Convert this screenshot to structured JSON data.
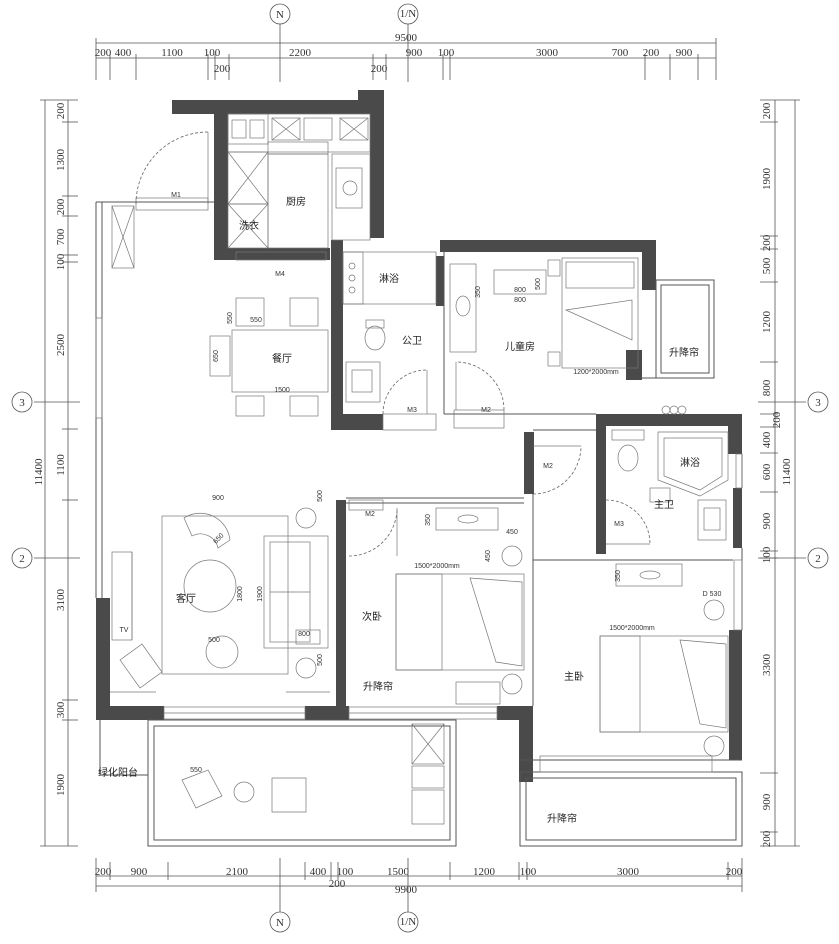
{
  "top_total": "9500",
  "bottom_total": "9900",
  "left_total": "11400",
  "right_total": "11400",
  "axis_bubbles": {
    "n_top": "N",
    "n_bottom": "N",
    "ln_top": "1/N",
    "ln_bottom": "1/N",
    "three_left": "3",
    "three_right": "3",
    "two_left": "2",
    "two_right": "2"
  },
  "top_dims": [
    "200",
    "400",
    "1100",
    "100",
    "200",
    "2200",
    "200",
    "900",
    "100",
    "3000",
    "700",
    "200",
    "900"
  ],
  "bottom_dims": [
    "200",
    "900",
    "2100",
    "400",
    "100",
    "200",
    "1500",
    "1200",
    "100",
    "3000",
    "200"
  ],
  "left_dims": [
    "200",
    "1300",
    "200",
    "700",
    "100",
    "2500",
    "1100",
    "3100",
    "300",
    "1900"
  ],
  "right_dims": [
    "200",
    "1900",
    "200",
    "500",
    "1200",
    "800",
    "200",
    "400",
    "600",
    "900",
    "100",
    "3300",
    "900",
    "200"
  ],
  "rooms": {
    "kitchen": "厨房",
    "laundry": "洗衣",
    "dining": "餐厅",
    "shower1": "淋浴",
    "bath1": "公卫",
    "kids_room": "儿童房",
    "lift_curtain1": "升降帘",
    "living": "客厅",
    "second_bed": "次卧",
    "lift_curtain2": "升降帘",
    "master_bath": "主卫",
    "shower2": "淋浴",
    "master_bed": "主卧",
    "lift_curtain3": "升降帘",
    "balcony": "绿化阳台",
    "tv": "TV"
  },
  "doors": {
    "m1": "M1",
    "m4": "M4",
    "m3a": "M3",
    "m2a": "M2",
    "m2b": "M2",
    "m2c": "M2",
    "m3b": "M3"
  },
  "beds": {
    "kids": "1200*2000mm",
    "second": "1500*2000mm",
    "master": "1500*2000mm"
  },
  "furniture_dims": {
    "d550a": "550",
    "d550b": "550",
    "d650": "650",
    "d1500": "1500",
    "d800a": "800",
    "d800b": "800",
    "d500a": "500",
    "d500b": "500",
    "d500c": "500",
    "d350a": "350",
    "d350b": "350",
    "d900": "900",
    "d650b": "650",
    "d1800": "1800",
    "d1900": "1900",
    "d800c": "800",
    "d500d": "500",
    "d350c": "350",
    "d450a": "450",
    "d450b": "450",
    "d530": "D 530",
    "d550c": "550"
  }
}
